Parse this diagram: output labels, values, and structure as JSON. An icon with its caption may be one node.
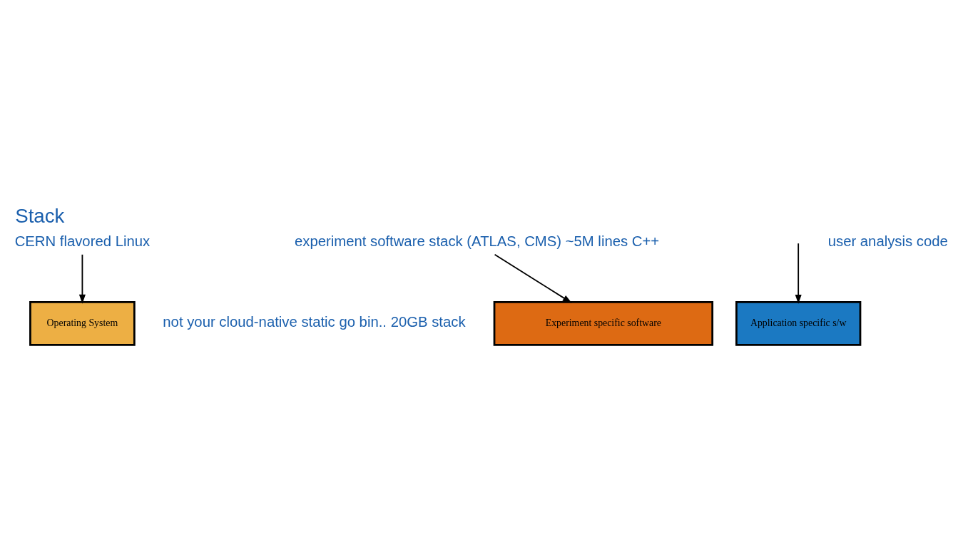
{
  "diagram": {
    "title": "Stack",
    "nodes": [
      {
        "text": [
          "Operating System"
        ]
      },
      {
        "text": [
          "Experiment specific software"
        ]
      },
      {
        "text": [
          "Application specific s/w"
        ]
      },
      {
        "text": [
          "CERN flavored Linux"
        ]
      },
      {
        "text": [
          "experiment software stack (ATLAS, CMS) ~5M lines C++"
        ]
      },
      {
        "text": [
          "user analysis code"
        ]
      }
    ],
    "edges": [
      {
        "from": 3,
        "to": 0,
        "arrow": "to"
      },
      {
        "from": 4,
        "to": 1,
        "arrow": "to"
      },
      {
        "from": null,
        "to": 2,
        "arrow": "to"
      }
    ],
    "labels": [
      "not your cloud-native static go bin.. 20GB stack"
    ]
  }
}
